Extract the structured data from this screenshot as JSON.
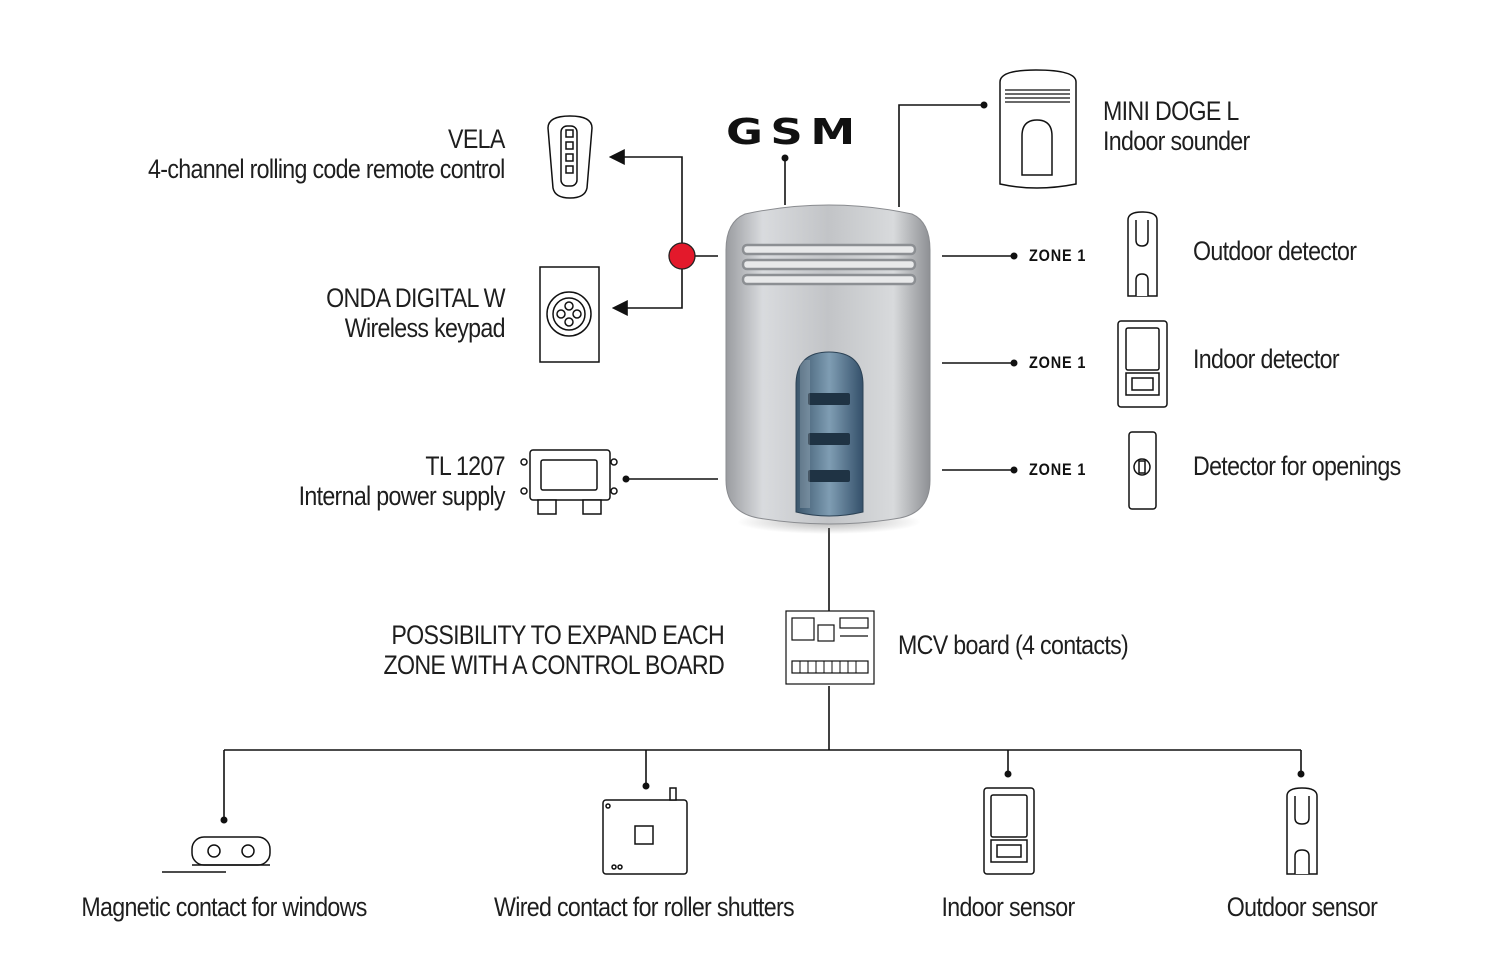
{
  "hub": {
    "gsm_label": "GSM"
  },
  "left_devices": [
    {
      "name": "VELA",
      "desc": "4-channel rolling code remote control"
    },
    {
      "name": "ONDA DIGITAL W",
      "desc": "Wireless keypad"
    },
    {
      "name": "TL 1207",
      "desc": "Internal power supply"
    }
  ],
  "top_device": {
    "name": "MINI DOGE L",
    "desc": "Indoor sounder"
  },
  "zones": [
    {
      "zone_label": "ZONE 1",
      "device": "Outdoor detector"
    },
    {
      "zone_label": "ZONE 1",
      "device": "Indoor detector"
    },
    {
      "zone_label": "ZONE 1",
      "device": "Detector for openings"
    }
  ],
  "expansion": {
    "note_line1": "POSSIBILITY TO EXPAND EACH",
    "note_line2": "ZONE WITH A CONTROL BOARD",
    "board": "MCV board (4 contacts)"
  },
  "bottom_devices": [
    {
      "label": "Magnetic contact for windows"
    },
    {
      "label": "Wired contact for roller shutters"
    },
    {
      "label": "Indoor sensor"
    },
    {
      "label": "Outdoor sensor"
    }
  ],
  "colors": {
    "junction_red": "#e3192b",
    "line": "#111111",
    "hub_body": "#c4c6c9",
    "lens_blue": "#4d6e88"
  }
}
